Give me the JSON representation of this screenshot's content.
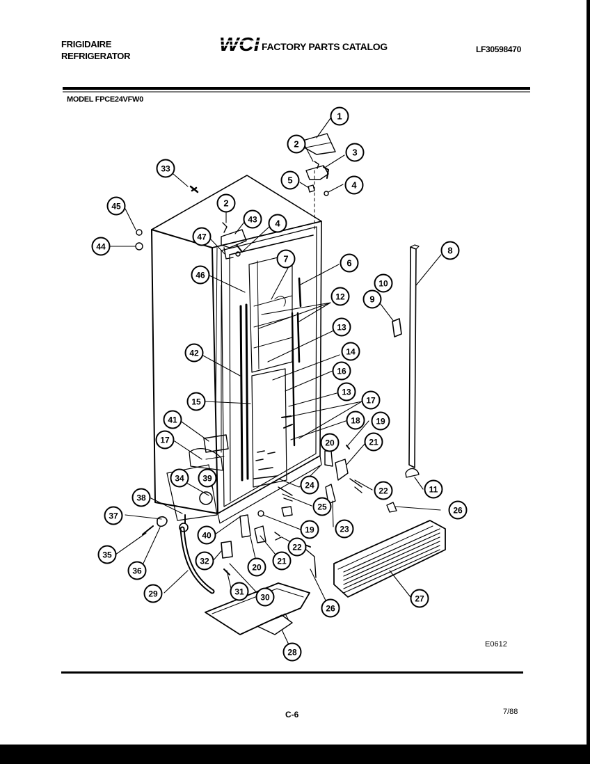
{
  "header": {
    "brand_line1": "FRIGIDAIRE",
    "brand_line2": "REFRIGERATOR",
    "logo_text": "WCI",
    "catalog_title": "FACTORY PARTS CATALOG",
    "catalog_number": "LF30598470",
    "model_label": "MODEL FPCE24VFW0"
  },
  "footer": {
    "figure_code": "E0612",
    "page_number": "C-6",
    "date": "7/88"
  },
  "callouts": [
    "1",
    "2",
    "3",
    "4",
    "5",
    "2",
    "43",
    "4",
    "33",
    "45",
    "44",
    "47",
    "46",
    "7",
    "6",
    "8",
    "10",
    "9",
    "12",
    "13",
    "14",
    "42",
    "16",
    "13",
    "15",
    "17",
    "18",
    "19",
    "41",
    "17",
    "20",
    "21",
    "34",
    "39",
    "24",
    "22",
    "11",
    "38",
    "25",
    "26",
    "37",
    "40",
    "19",
    "23",
    "35",
    "36",
    "32",
    "20",
    "21",
    "22",
    "31",
    "30",
    "29",
    "26",
    "27",
    "28"
  ]
}
